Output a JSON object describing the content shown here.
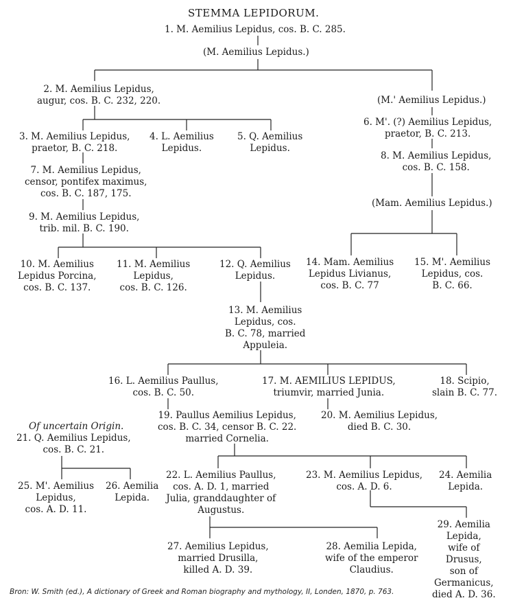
{
  "title": "STEMMA LEPIDORUM.",
  "uncertain_header": "Of uncertain Origin.",
  "source": "Bron: W. Smith (ed.), A dictionary of Greek and Roman biography and mythology, II, Londen, 1870, p. 763.",
  "nodes": {
    "n1": {
      "lines": [
        "1. M. Aemilius Lepidus, cos. B. C. 285."
      ]
    },
    "u1": {
      "lines": [
        "(M. Aemilius Lepidus.)"
      ]
    },
    "u2": {
      "lines": [
        "(M.' Aemilius Lepidus.)"
      ]
    },
    "n2": {
      "lines": [
        "2. M. Aemilius Lepidus,",
        "augur, cos. B. C. 232, 220."
      ]
    },
    "n3": {
      "lines": [
        "3. M. Aemilius Lepidus,",
        "praetor, B. C. 218."
      ]
    },
    "n4": {
      "lines": [
        "4. L. Aemilius",
        "Lepidus."
      ]
    },
    "n5": {
      "lines": [
        "5. Q. Aemilius",
        "Lepidus."
      ]
    },
    "n6": {
      "lines": [
        "6. M'. (?) Aemilius Lepidus,",
        "praetor, B. C. 213."
      ]
    },
    "n7": {
      "lines": [
        "7. M. Aemilius Lepidus,",
        "censor, pontifex maximus,",
        "cos. B. C. 187, 175."
      ]
    },
    "n8": {
      "lines": [
        "8. M. Aemilius Lepidus,",
        "cos. B. C. 158."
      ]
    },
    "u3": {
      "lines": [
        "(Mam. Aemilius Lepidus.)"
      ]
    },
    "n9": {
      "lines": [
        "9. M. Aemilius Lepidus,",
        "trib. mil. B. C. 190."
      ]
    },
    "n10": {
      "lines": [
        "10. M. Aemilius",
        "Lepidus Porcina,",
        "cos. B. C. 137."
      ]
    },
    "n11": {
      "lines": [
        "11. M. Aemilius",
        "Lepidus,",
        "cos. B. C. 126."
      ]
    },
    "n12": {
      "lines": [
        "12. Q. Aemilius",
        "Lepidus."
      ]
    },
    "n14": {
      "lines": [
        "14. Mam. Aemilius",
        "Lepidus Livianus,",
        "cos. B. C. 77"
      ]
    },
    "n15": {
      "lines": [
        "15. M'. Aemilius",
        "Lepidus, cos.",
        "B. C. 66."
      ]
    },
    "n13": {
      "lines": [
        "13. M. Aemilius",
        "Lepidus, cos.",
        "B. C. 78, married",
        "Appuleia."
      ]
    },
    "n16": {
      "lines": [
        "16. L. Aemilius Paullus,",
        "cos. B. C. 50."
      ]
    },
    "n17": {
      "lines": [
        "17. M. AEMILIUS LEPIDUS,",
        "triumvir, married Junia."
      ]
    },
    "n18": {
      "lines": [
        "18. Scipio,",
        "slain B. C. 77."
      ]
    },
    "n19": {
      "lines": [
        "19. Paullus Aemilius Lepidus,",
        "cos. B. C. 34, censor B. C. 22.",
        "married Cornelia."
      ]
    },
    "n20": {
      "lines": [
        "20. M. Aemilius Lepidus,",
        "died B. C. 30."
      ]
    },
    "n21": {
      "lines": [
        "21. Q. Aemilius Lepidus,",
        "cos. B. C. 21."
      ]
    },
    "n22": {
      "lines": [
        "22. L. Aemilius Paullus,",
        "cos. A. D. 1, married",
        "Julia, granddaughter of",
        "Augustus."
      ]
    },
    "n23": {
      "lines": [
        "23. M. Aemilius Lepidus,",
        "cos. A. D. 6."
      ]
    },
    "n24": {
      "lines": [
        "24. Aemilia",
        "Lepida."
      ]
    },
    "n25": {
      "lines": [
        "25. M'. Aemilius",
        "Lepidus,",
        "cos. A. D. 11."
      ]
    },
    "n26": {
      "lines": [
        "26. Aemilia",
        "Lepida."
      ]
    },
    "n27": {
      "lines": [
        "27. Aemilius Lepidus,",
        "married Drusilla,",
        "killed A. D. 39."
      ]
    },
    "n28": {
      "lines": [
        "28. Aemilia Lepida,",
        "wife of the emperor",
        "Claudius."
      ]
    },
    "n29": {
      "lines": [
        "29. Aemilia",
        "Lepida,",
        "wife of",
        "Drusus,",
        "son of",
        "Germanicus,",
        "died A. D. 36."
      ]
    }
  }
}
